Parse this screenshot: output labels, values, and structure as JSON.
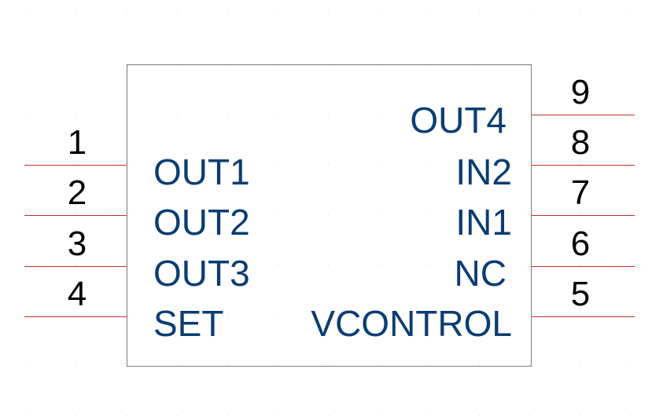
{
  "component": {
    "left_pins": [
      {
        "number": "1",
        "label": "OUT1"
      },
      {
        "number": "2",
        "label": "OUT2"
      },
      {
        "number": "3",
        "label": "OUT3"
      },
      {
        "number": "4",
        "label": "SET"
      }
    ],
    "right_pins": [
      {
        "number": "9",
        "label": "OUT4"
      },
      {
        "number": "8",
        "label": "IN2"
      },
      {
        "number": "7",
        "label": "IN1"
      },
      {
        "number": "6",
        "label": "NC"
      },
      {
        "number": "5",
        "label": "VCONTROL"
      }
    ]
  },
  "colors": {
    "pin_line": "#c0302f",
    "label_text": "#0a3d72",
    "number_text": "#000000",
    "body_border": "#7a7a7a",
    "grid_dot": "#d0d0d0"
  }
}
